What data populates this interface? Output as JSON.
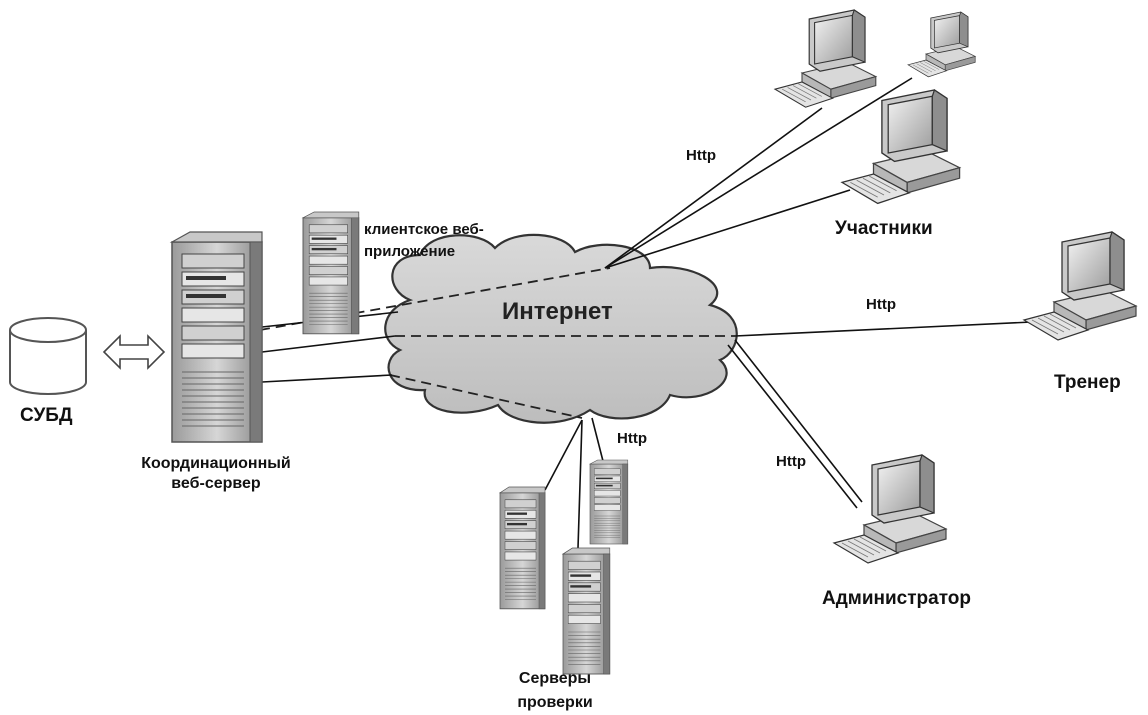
{
  "labels": {
    "dbms": "СУБД",
    "coordinator": "Координационный\nвеб-сервер",
    "client_app": "клиентское веб-\nприложение",
    "internet": "Интернет",
    "participants": "Участники",
    "trainer": "Тренер",
    "admin": "Администратор",
    "check_servers": "Серверы\nпроверки",
    "http_participants": "Http",
    "http_trainer": "Http",
    "http_admin": "Http",
    "http_servers": "Http"
  },
  "icons": [
    "database-icon",
    "bidirectional-arrow-icon",
    "tower-server-icon",
    "computer-icon",
    "cloud-icon"
  ]
}
